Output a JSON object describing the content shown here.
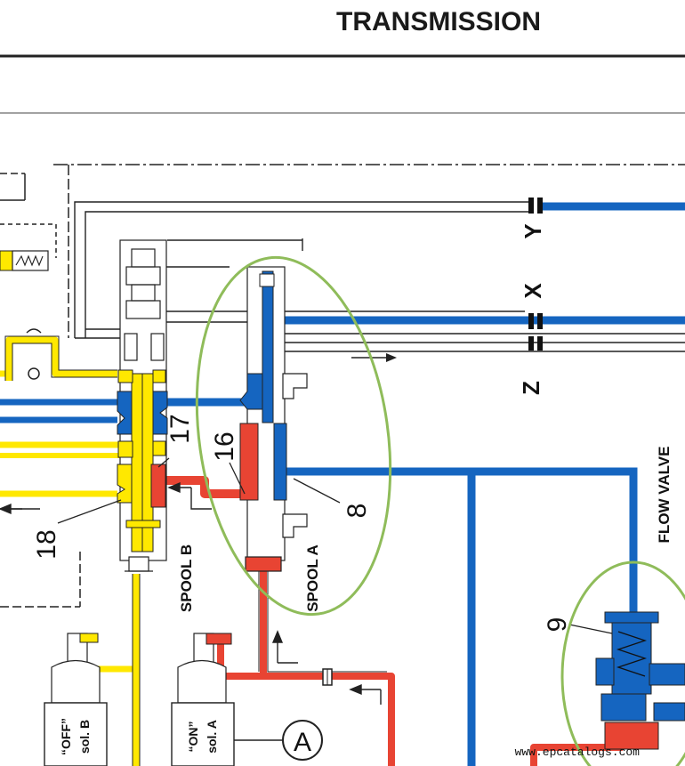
{
  "header": {
    "title": "TRANSMISSION"
  },
  "colors": {
    "blue": "#1565c0",
    "yellow": "#ffe800",
    "red": "#e84433",
    "highlight_green": "#8fbc5a",
    "line": "#222222"
  },
  "ports": {
    "y": "Y",
    "x": "X",
    "z": "Z"
  },
  "callouts": {
    "c8": "8",
    "c9": "9",
    "c16": "16",
    "c17": "17",
    "c18": "18"
  },
  "labels": {
    "spool_a": "SPOOL A",
    "spool_b": "SPOOL B",
    "flow_valve": "FLOW VALVE",
    "sol_a_state": "“ON”",
    "sol_a_name": "sol. A",
    "sol_b_state": "“OFF”",
    "sol_b_name": "sol. B",
    "gauge": "A"
  },
  "watermark": "www.epcatalogs.com"
}
